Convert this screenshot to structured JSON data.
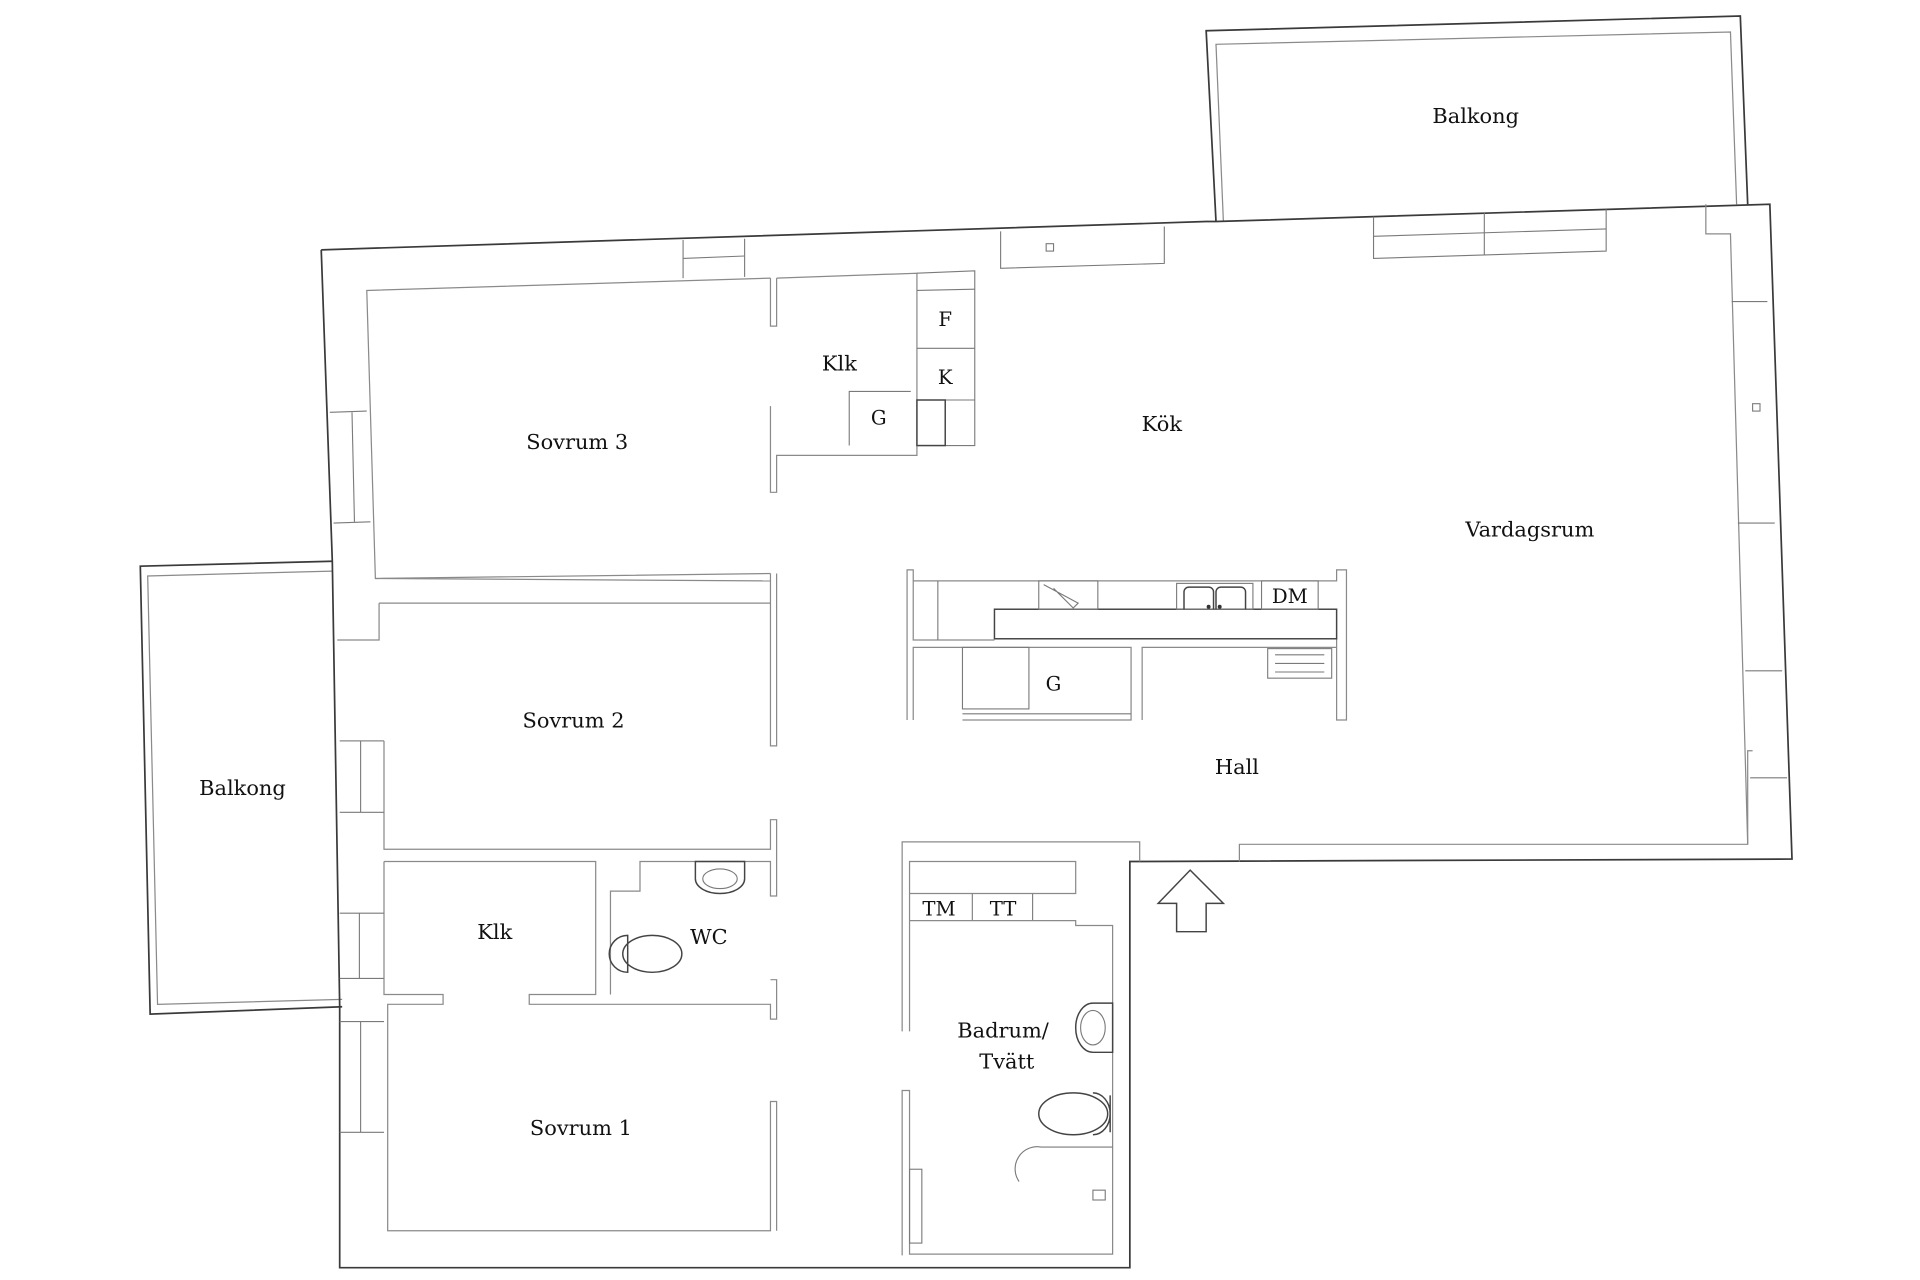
{
  "plan": {
    "rooms": {
      "balkong_top": "Balkong",
      "balkong_left": "Balkong",
      "sovrum3": "Sovrum 3",
      "klk_top": "Klk",
      "klk_top_g": "G",
      "fridge": "F",
      "freezer": "K",
      "kok": "Kök",
      "vardagsrum": "Vardagsrum",
      "dm": "DM",
      "kitchen_g": "G",
      "sovrum2": "Sovrum 2",
      "hall": "Hall",
      "klk_bottom": "Klk",
      "wc": "WC",
      "tm": "TM",
      "tt": "TT",
      "badrum_line1": "Badrum/",
      "badrum_line2": "Tvätt",
      "sovrum1": "Sovrum 1"
    },
    "colors": {
      "background": "#ffffff",
      "outer_wall": "#3a3a3a",
      "inner_wall": "#8a8a8a",
      "text": "#111111"
    }
  }
}
